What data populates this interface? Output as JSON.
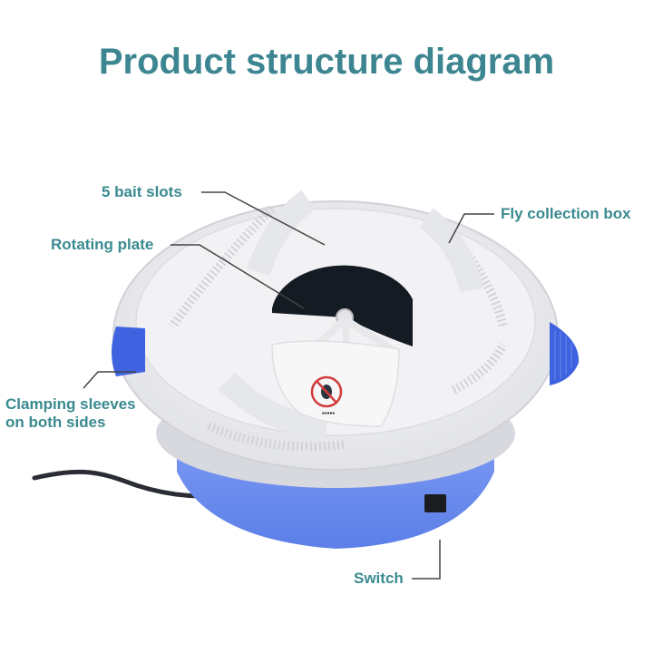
{
  "title": "Product structure diagram",
  "labels": {
    "bait_slots": "5 bait slots",
    "rotating_plate": "Rotating plate",
    "fly_collection_box": "Fly collection box",
    "clamping_line1": "Clamping sleeves",
    "clamping_line2": "on both sides",
    "switch": "Switch"
  },
  "colors": {
    "title": "#3d8591",
    "label": "#3a8a8f",
    "body_blue": "#6f8ef0",
    "clamp_blue": "#3f63e0",
    "plate_white": "#eeeeee",
    "disc_black": "#151b22"
  },
  "product_badge": "no-fly-icon"
}
